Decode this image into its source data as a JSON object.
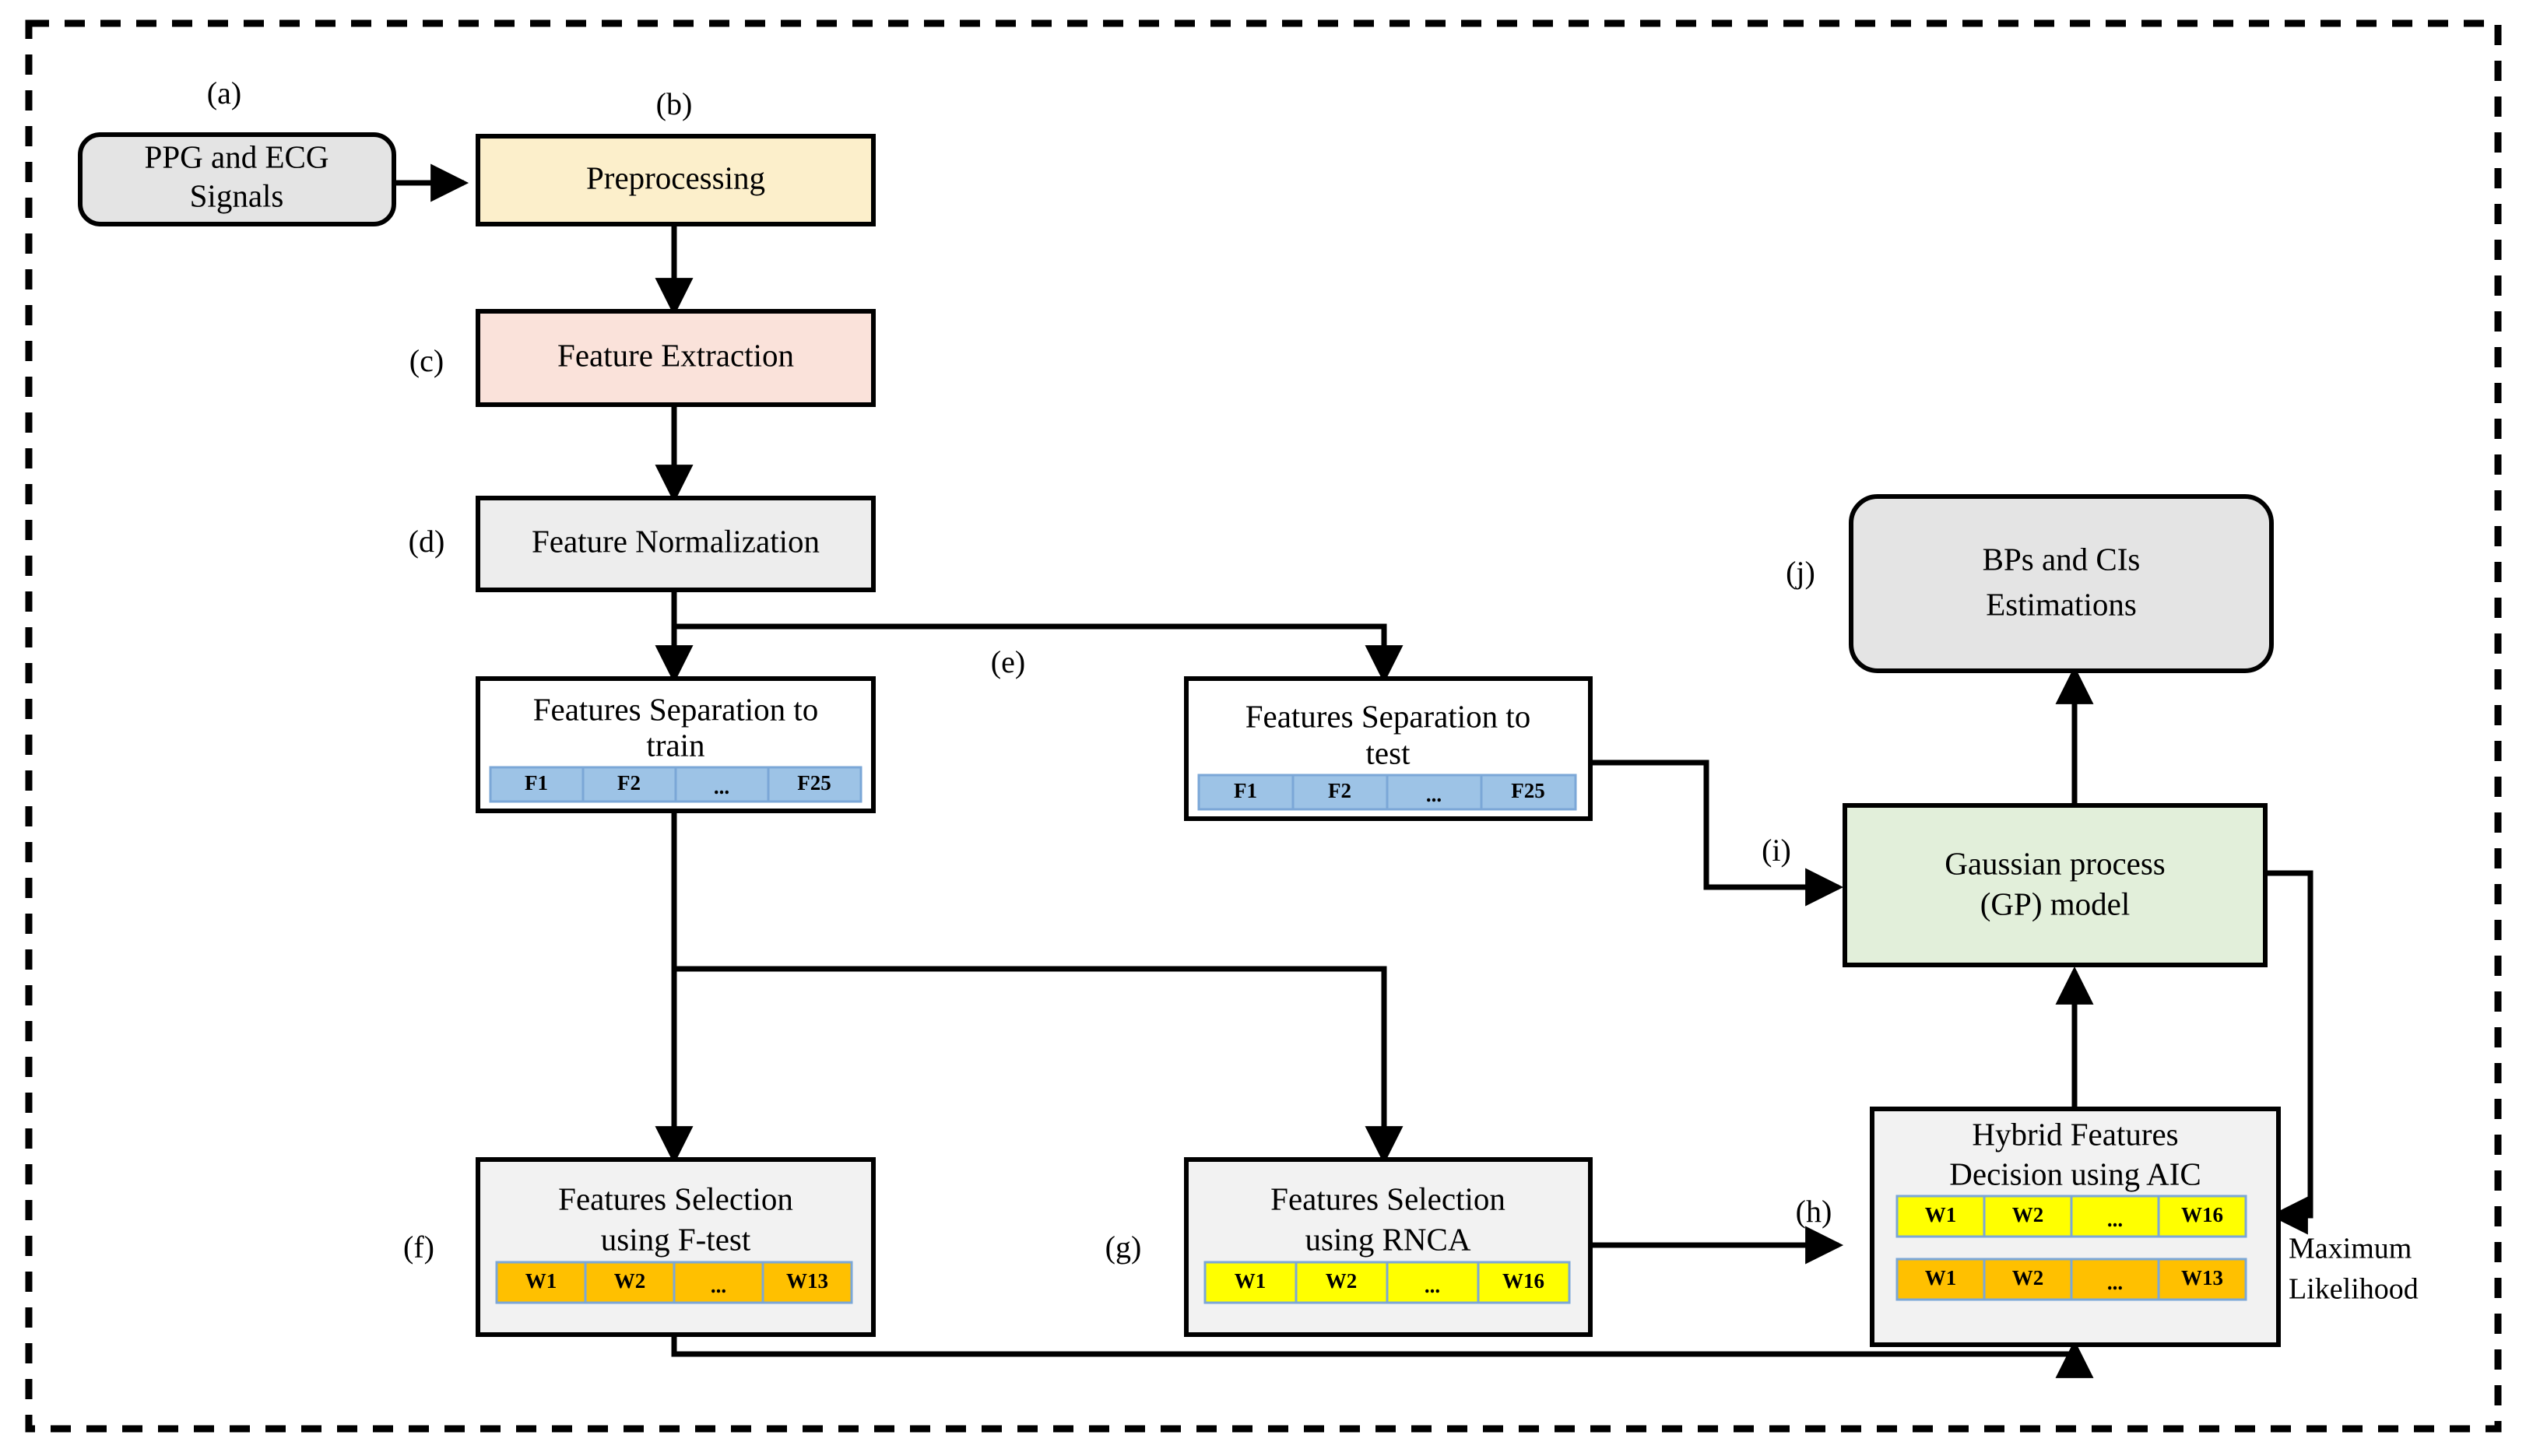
{
  "figure": {
    "title": "Blood pressure estimation pipeline flowchart",
    "frame_style": "dashed"
  },
  "colors": {
    "signals_fill": "#E4E4E4",
    "preprocessing_fill": "#FCEFCB",
    "feature_extraction_fill": "#FAE2DA",
    "normalization_fill": "#EDEDED",
    "separation_fill": "#FFFFFF",
    "selection_fill": "#F2F2F2",
    "hybrid_fill": "#F2F2F2",
    "gp_fill": "#E2EFDA",
    "estimation_fill": "#E4E4E4",
    "feature_cell_fill": "#9DC3E6",
    "weight_yellow_fill": "#FFFF00",
    "weight_orange_fill": "#FFC000",
    "cell_border": "#7BA7D7",
    "stroke": "#000000"
  },
  "tags": {
    "a": "(a)",
    "b": "(b)",
    "c": "(c)",
    "d": "(d)",
    "e": "(e)",
    "f": "(f)",
    "g": "(g)",
    "h": "(h)",
    "i": "(i)",
    "j": "(j)"
  },
  "nodes": {
    "signals": {
      "line1": "PPG and ECG",
      "line2": "Signals"
    },
    "preprocessing": {
      "line1": "Preprocessing"
    },
    "feature_extraction": {
      "line1": "Feature Extraction"
    },
    "feature_normalization": {
      "line1": "Feature Normalization"
    },
    "separation_train": {
      "line1": "Features Separation to",
      "line2": "train"
    },
    "separation_test": {
      "line1": "Features Separation to",
      "line2": "test"
    },
    "selection_ftest": {
      "line1": "Features Selection",
      "line2": "using F-test"
    },
    "selection_rnca": {
      "line1": "Features Selection",
      "line2": "using RNCA"
    },
    "hybrid": {
      "line1": "Hybrid Features",
      "line2": "Decision using AIC"
    },
    "gp_model": {
      "line1": "Gaussian process",
      "line2": "(GP) model"
    },
    "estimations": {
      "line1": "BPs and CIs",
      "line2": "Estimations"
    }
  },
  "cell_rows": {
    "train_features": [
      "F1",
      "F2",
      "...",
      "F25"
    ],
    "test_features": [
      "F1",
      "F2",
      "...",
      "F25"
    ],
    "ftest_weights": [
      "W1",
      "W2",
      "...",
      "W13"
    ],
    "rnca_weights": [
      "W1",
      "W2",
      "...",
      "W16"
    ],
    "hybrid_weights_yellow": [
      "W1",
      "W2",
      "...",
      "W16"
    ],
    "hybrid_weights_orange": [
      "W1",
      "W2",
      "...",
      "W13"
    ]
  },
  "edge_labels": {
    "maximum_likelihood_line1": "Maximum",
    "maximum_likelihood_line2": "Likelihood"
  }
}
